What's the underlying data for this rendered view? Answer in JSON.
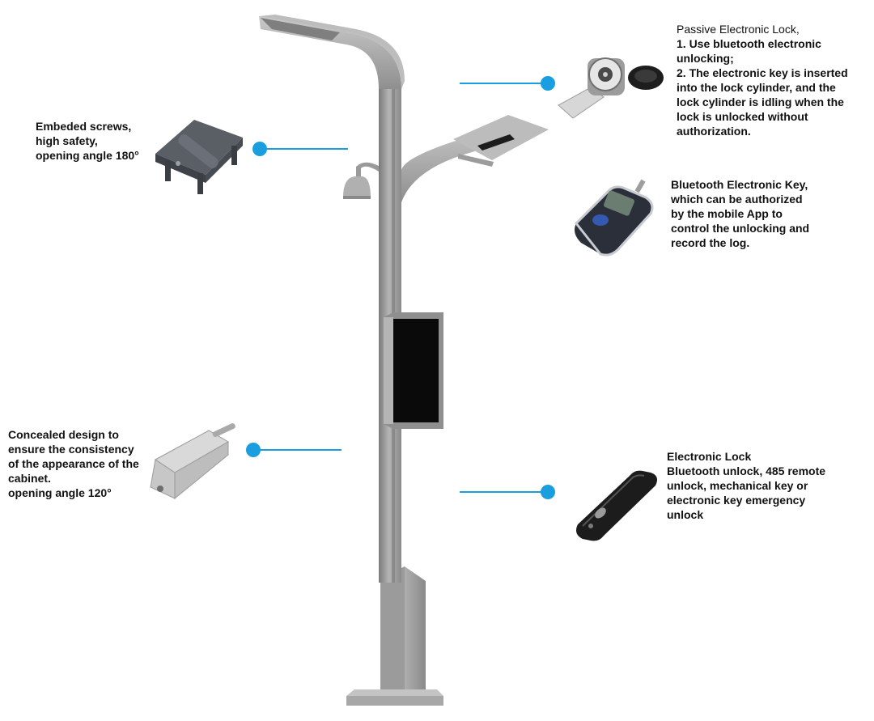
{
  "colors": {
    "accent": "#1a9ee0",
    "pole": "#9a9a9a",
    "pole_dark": "#7d7d7d",
    "pole_light": "#c8c8c8",
    "device": "#2b2b2b"
  },
  "callouts": {
    "passive_lock": {
      "title": "Passive Electronic Lock,",
      "lines": [
        "1. Use bluetooth electronic",
        "unlocking;",
        "2. The electronic key is inserted",
        "into the lock cylinder, and the",
        "lock cylinder is idling when the",
        "lock is unlocked without",
        "authorization."
      ],
      "icon": "passive-lock-icon"
    },
    "embedded_hinge": {
      "lines": [
        "Embeded screws,",
        "high safety,",
        "opening angle 180°"
      ],
      "icon": "hinge-icon"
    },
    "bluetooth_key": {
      "lines": [
        "Bluetooth Electronic Key,",
        "which can be authorized",
        "by the mobile App to",
        "control the unlocking and",
        "record the log."
      ],
      "icon": "bluetooth-key-icon"
    },
    "concealed_hinge": {
      "lines": [
        "Concealed design to",
        "ensure the consistency",
        "of the appearance of the",
        "cabinet.",
        "opening angle 120°"
      ],
      "icon": "concealed-hinge-icon"
    },
    "electronic_lock": {
      "title": "Electronic Lock",
      "lines": [
        "Bluetooth unlock, 485 remote",
        "unlock, mechanical key or",
        "electronic key emergency",
        "unlock"
      ],
      "icon": "electronic-lock-icon"
    }
  }
}
